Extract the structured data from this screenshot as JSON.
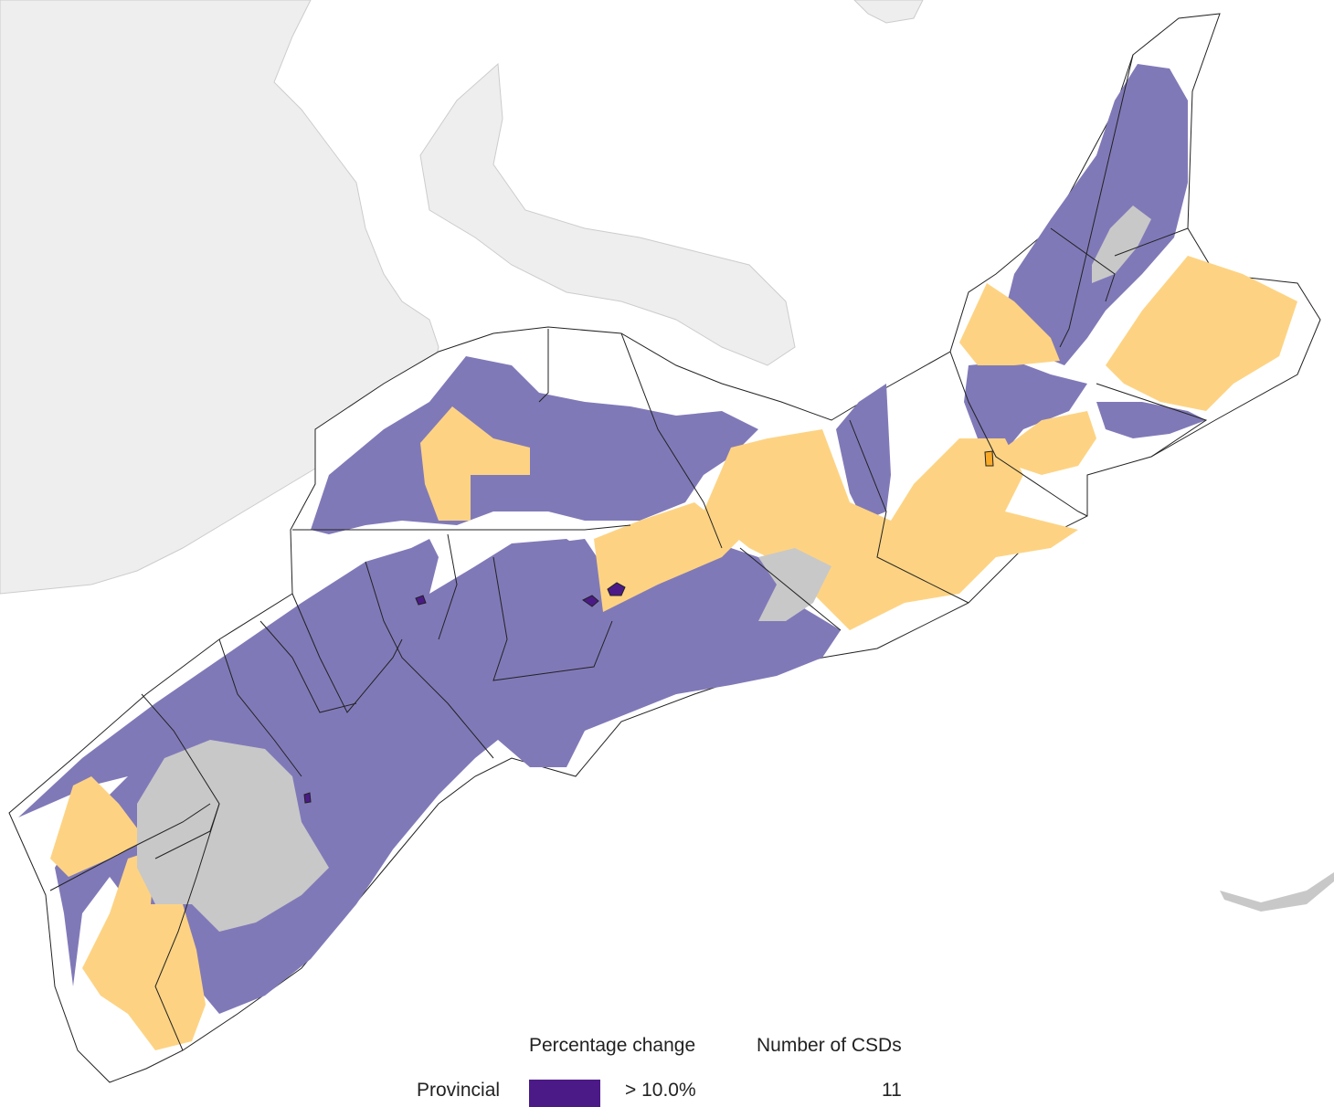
{
  "map": {
    "colors": {
      "ocean": "#ffffff",
      "neighbour_land": "#eeeeee",
      "no_data": "#c8c8c8",
      "gain_over_10": "#4b1a87",
      "gain_0_to_10": "#8079b8",
      "loss_0_to_10": "#fdd383",
      "loss_over_10": "#f8a928",
      "boundary": "#222222"
    }
  },
  "legend": {
    "header_left": "Percentage change",
    "header_right": "Number of CSDs",
    "row_label": "Provincial",
    "first_class_label": "> 10.0%",
    "first_class_count": "11"
  }
}
